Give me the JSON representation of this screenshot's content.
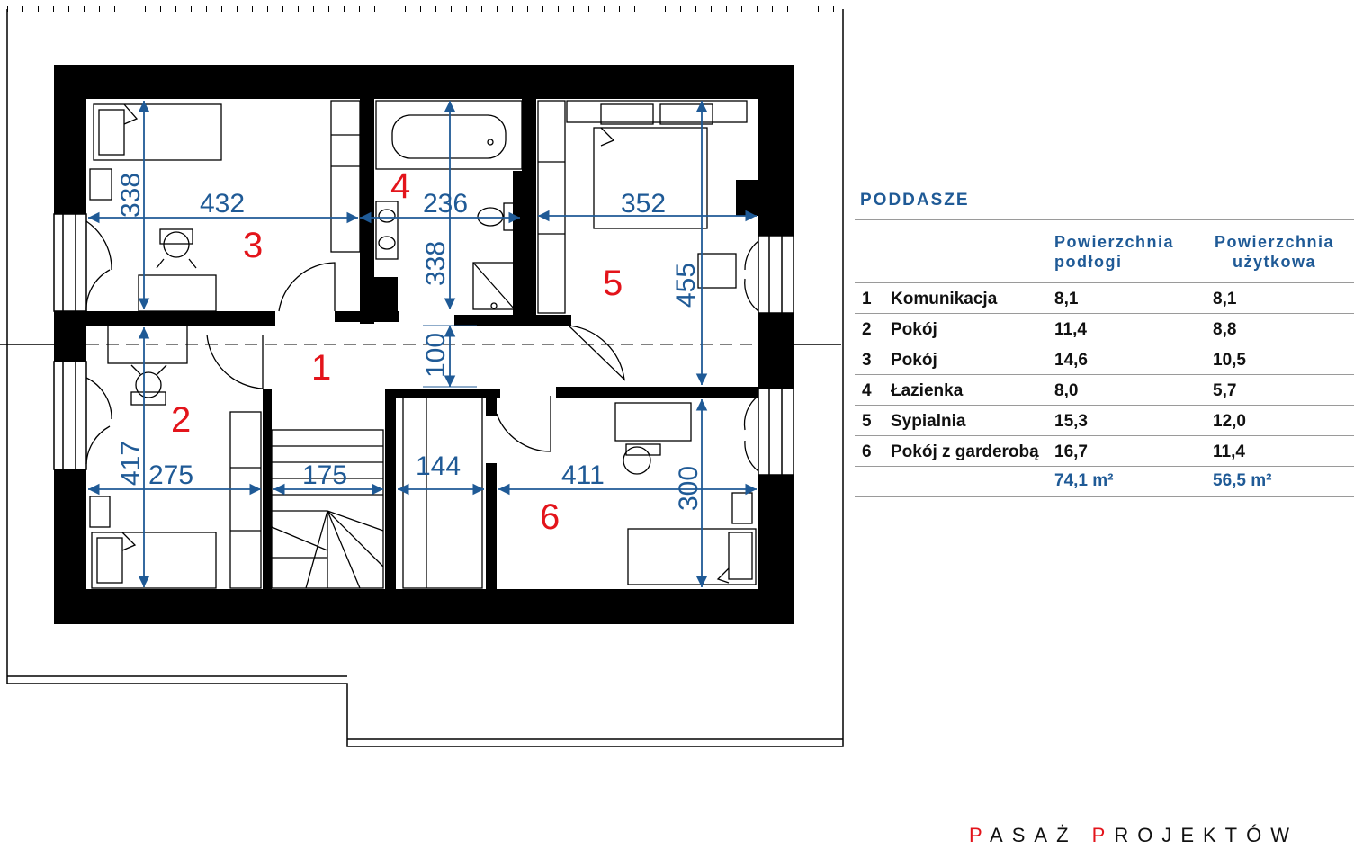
{
  "plan": {
    "dimensions": [
      "432",
      "338",
      "236",
      "338",
      "352",
      "455",
      "100",
      "417",
      "275",
      "175",
      "144",
      "411",
      "300"
    ],
    "room_numbers": [
      "1",
      "2",
      "3",
      "4",
      "5",
      "6"
    ]
  },
  "table": {
    "title": "PODDASZE",
    "col_floor": [
      "Powierzchnia",
      "podłogi"
    ],
    "col_usable": [
      "Powierzchnia",
      "użytkowa"
    ],
    "rows": [
      {
        "no": "1",
        "name": "Komunikacja",
        "floor": "8,1",
        "usable": "8,1"
      },
      {
        "no": "2",
        "name": "Pokój",
        "floor": "11,4",
        "usable": "8,8"
      },
      {
        "no": "3",
        "name": "Pokój",
        "floor": "14,6",
        "usable": "10,5"
      },
      {
        "no": "4",
        "name": "Łazienka",
        "floor": "8,0",
        "usable": "5,7"
      },
      {
        "no": "5",
        "name": "Sypialnia",
        "floor": "15,3",
        "usable": "12,0"
      },
      {
        "no": "6",
        "name": "Pokój z garderobą",
        "floor": "16,7",
        "usable": "11,4"
      }
    ],
    "total_floor": "74,1 m²",
    "total_usable": "56,5 m²"
  },
  "brand": {
    "p1": "P",
    "rest1": "ASAŻ ",
    "p2": "P",
    "rest2": "ROJEKTÓW"
  },
  "colors": {
    "dimension": "#1f5a96",
    "room_number": "#e3141b",
    "wall": "#000000"
  }
}
